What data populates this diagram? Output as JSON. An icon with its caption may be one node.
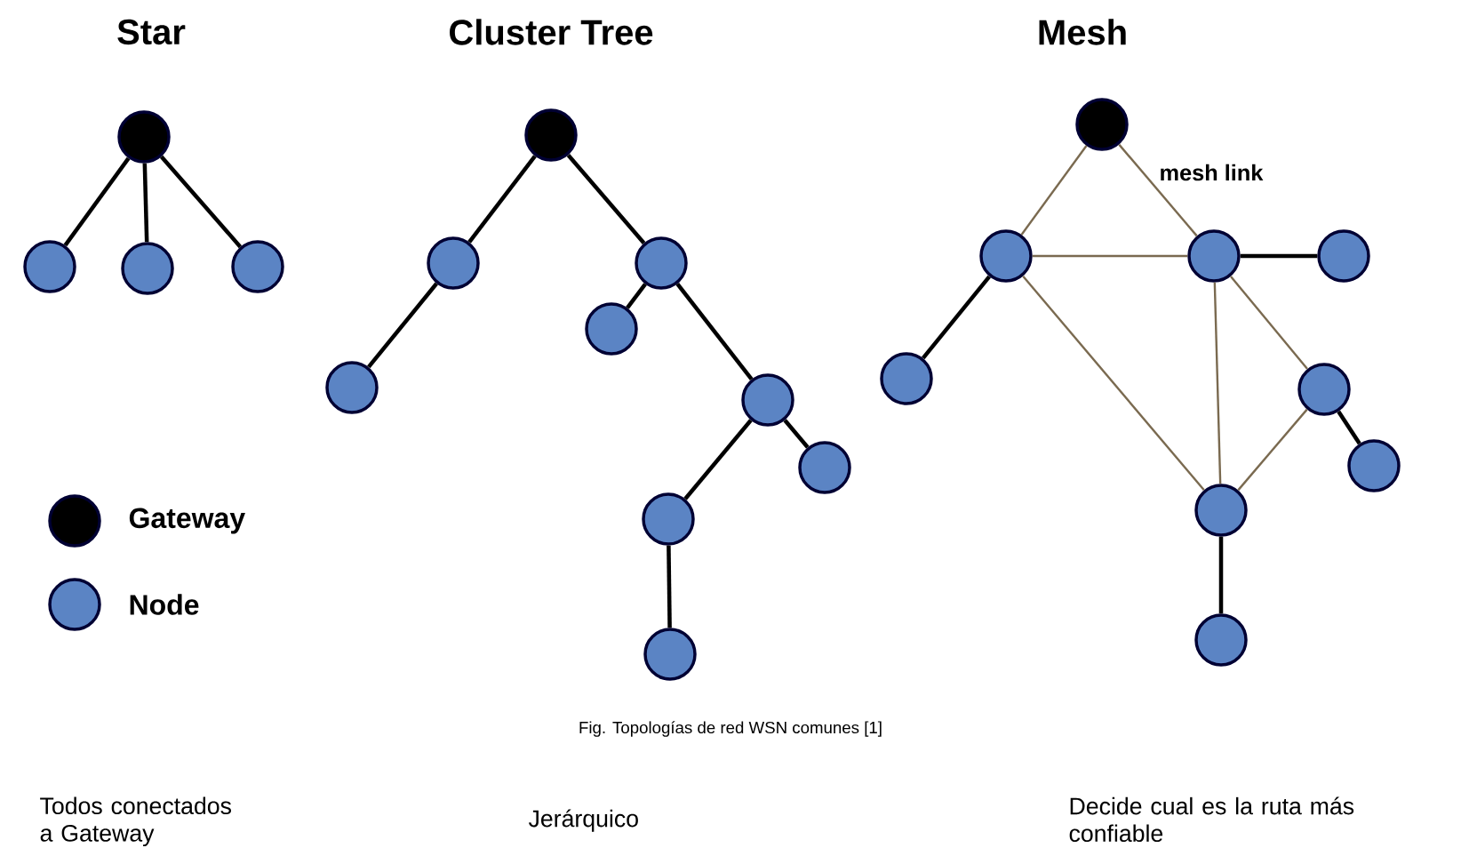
{
  "diagram": {
    "caption": "Fig. Topologías de red WSN comunes [1]",
    "nodes": [
      {
        "text": [],
        "shape": "circle"
      },
      {
        "text": [],
        "shape": "circle"
      },
      {
        "text": [],
        "shape": "circle"
      },
      {
        "text": [],
        "shape": "circle"
      },
      {
        "text": [],
        "shape": "circle"
      },
      {
        "text": [],
        "shape": "circle"
      },
      {
        "text": [],
        "shape": "circle"
      },
      {
        "text": [],
        "shape": "circle"
      },
      {
        "text": [],
        "shape": "circle"
      },
      {
        "text": [],
        "shape": "circle"
      },
      {
        "text": [],
        "shape": "circle"
      },
      {
        "text": [],
        "shape": "circle"
      },
      {
        "text": [],
        "shape": "circle"
      },
      {
        "text": [],
        "shape": "circle"
      },
      {
        "text": [],
        "shape": "circle"
      },
      {
        "text": [],
        "shape": "circle"
      },
      {
        "text": [],
        "shape": "circle"
      },
      {
        "text": [],
        "shape": "circle"
      },
      {
        "text": [],
        "shape": "circle"
      },
      {
        "text": [],
        "shape": "circle"
      },
      {
        "text": [],
        "shape": "circle"
      },
      {
        "text": [],
        "shape": "circle"
      }
    ],
    "edges": [
      {
        "from": 0,
        "to": 1,
        "arrow": "none"
      },
      {
        "from": 0,
        "to": 2,
        "arrow": "none"
      },
      {
        "from": 0,
        "to": 3,
        "arrow": "none"
      },
      {
        "from": 4,
        "to": 5,
        "arrow": "none"
      },
      {
        "from": 4,
        "to": 6,
        "arrow": "none"
      },
      {
        "from": 5,
        "to": 7,
        "arrow": "none"
      },
      {
        "from": 6,
        "to": 8,
        "arrow": "none"
      },
      {
        "from": 6,
        "to": 9,
        "arrow": "none"
      },
      {
        "from": 9,
        "to": 10,
        "arrow": "none"
      },
      {
        "from": 9,
        "to": 11,
        "arrow": "none"
      },
      {
        "from": 11,
        "to": 12,
        "arrow": "none"
      },
      {
        "from": 13,
        "to": 14,
        "arrow": "none",
        "color": "#7a6a50"
      },
      {
        "from": 13,
        "to": 15,
        "arrow": "none",
        "color": "#7a6a50"
      },
      {
        "from": 14,
        "to": 15,
        "arrow": "none",
        "color": "#7a6a50"
      },
      {
        "from": 15,
        "to": 16,
        "arrow": "none"
      },
      {
        "from": 14,
        "to": 17,
        "arrow": "none"
      },
      {
        "from": 14,
        "to": 20,
        "arrow": "none",
        "color": "#7a6a50"
      },
      {
        "from": 15,
        "to": 20,
        "arrow": "none",
        "color": "#7a6a50"
      },
      {
        "from": 15,
        "to": 18,
        "arrow": "none",
        "color": "#7a6a50"
      },
      {
        "from": 18,
        "to": 20,
        "arrow": "none",
        "color": "#7a6a50"
      },
      {
        "from": 18,
        "to": 19,
        "arrow": "none"
      },
      {
        "from": 20,
        "to": 21,
        "arrow": "none"
      }
    ],
    "labels": [
      "Star",
      "Cluster Tree",
      "Mesh",
      "mesh link",
      "Todos conectados a Gateway",
      "Jerárquico",
      "Decide cual es la ruta más confiable"
    ],
    "legend": [
      {
        "text": "Gateway",
        "color": "#000000"
      },
      {
        "text": "Node",
        "color": "#5b84c4"
      }
    ]
  }
}
